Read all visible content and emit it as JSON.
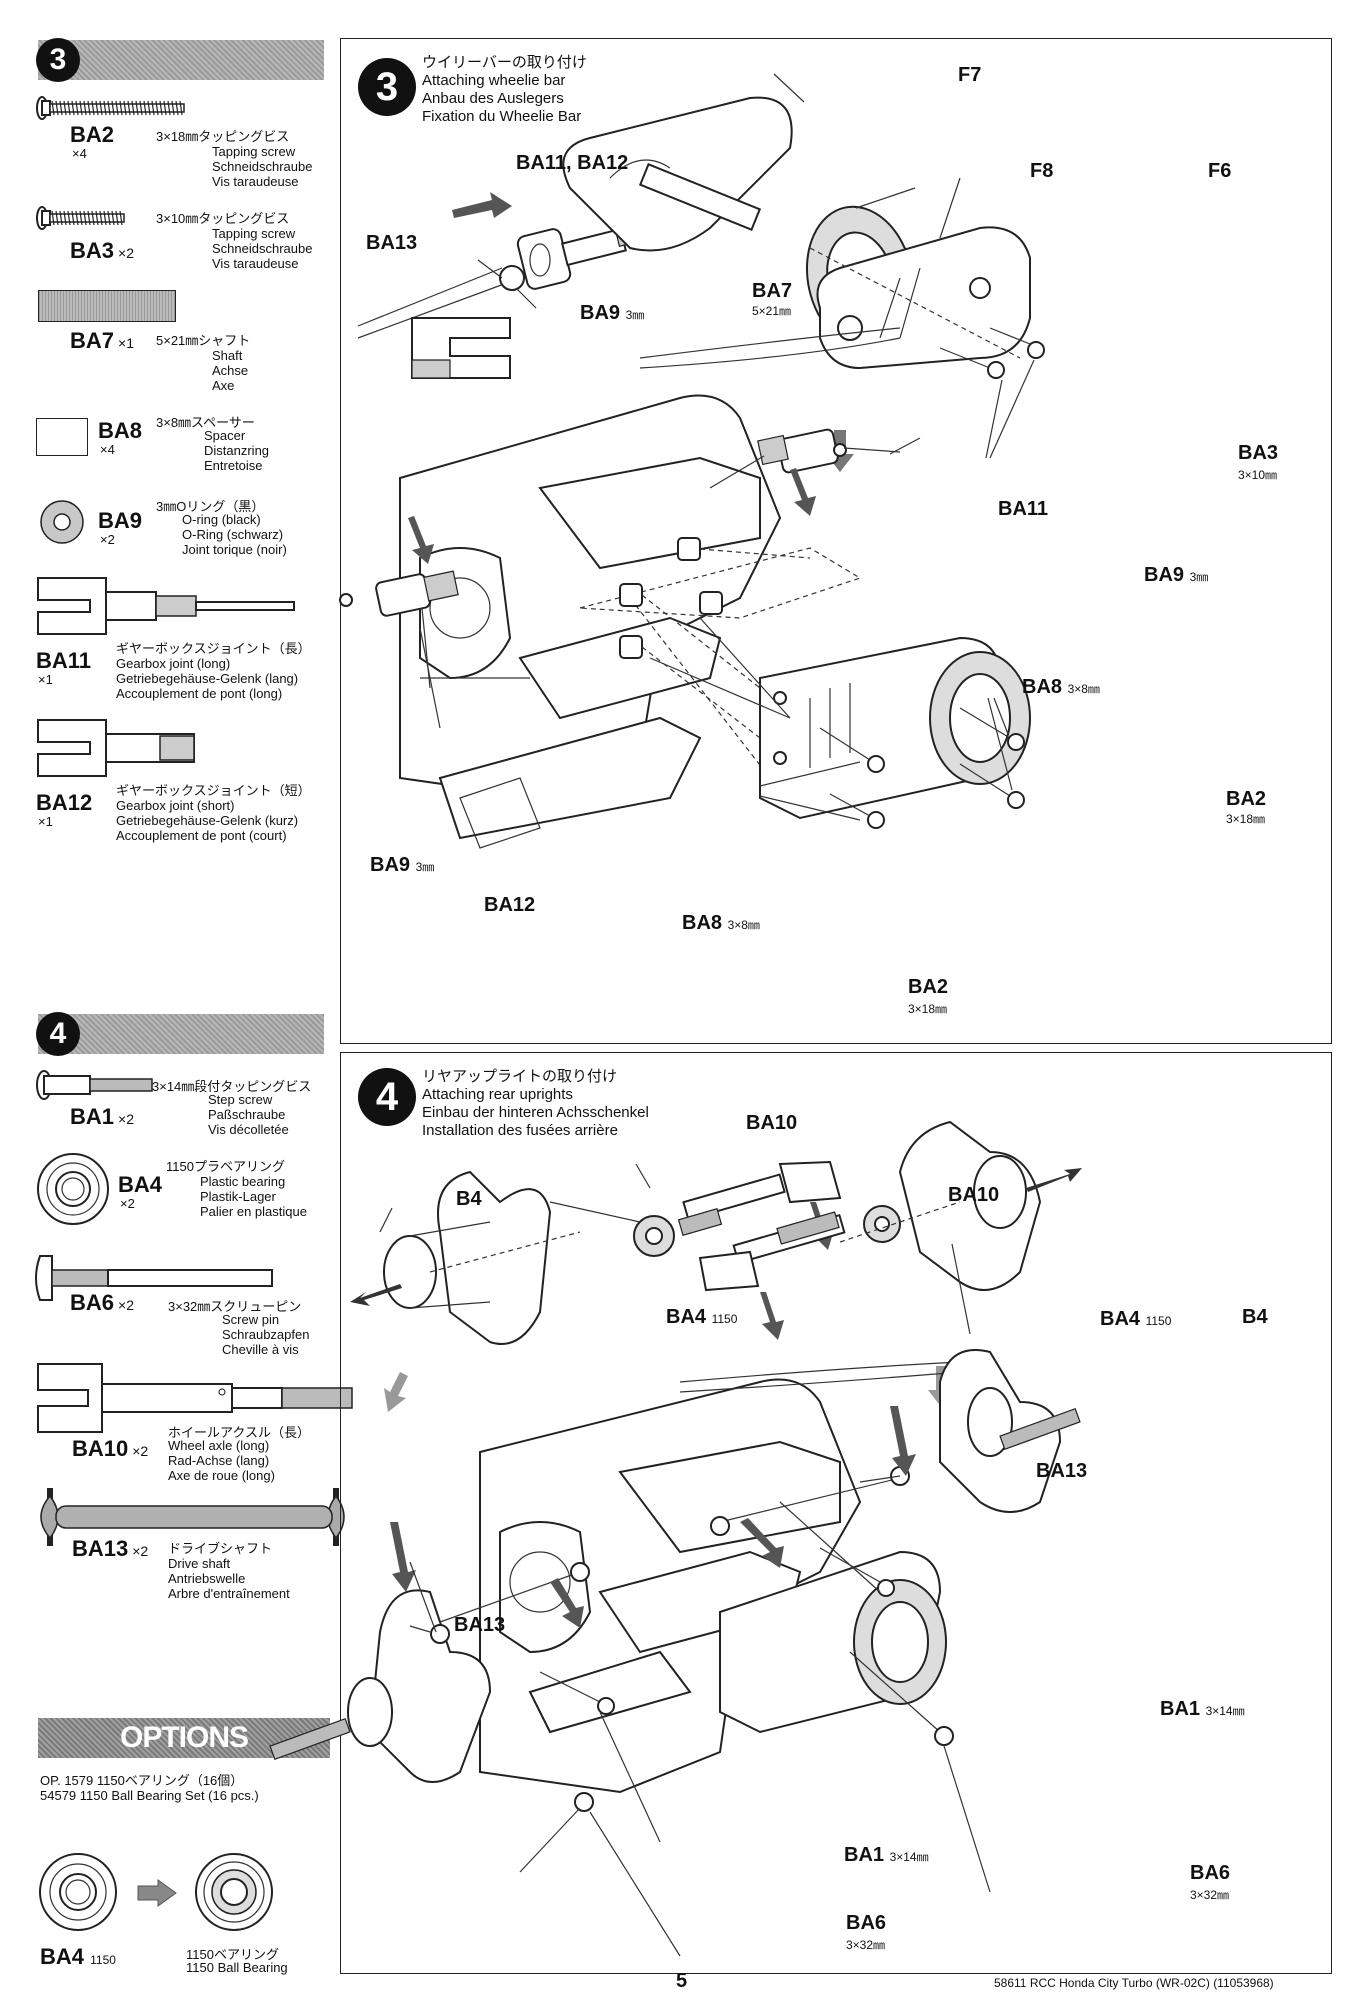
{
  "step3": {
    "number": "3",
    "parts": [
      {
        "code": "BA2",
        "qty": "×4",
        "jp": "3×18㎜タッピングビス",
        "trans": [
          "Tapping screw",
          "Schneidschraube",
          "Vis taraudeuse"
        ]
      },
      {
        "code": "BA3",
        "qty": "×2",
        "jp": "3×10㎜タッピングビス",
        "trans": [
          "Tapping screw",
          "Schneidschraube",
          "Vis taraudeuse"
        ]
      },
      {
        "code": "BA7",
        "qty": "×1",
        "jp": "5×21㎜シャフト",
        "trans": [
          "Shaft",
          "Achse",
          "Axe"
        ]
      },
      {
        "code": "BA8",
        "qty": "×4",
        "jp": "3×8㎜スペーサー",
        "trans": [
          "Spacer",
          "Distanzring",
          "Entretoise"
        ]
      },
      {
        "code": "BA9",
        "qty": "×2",
        "jp": "3㎜Oリング（黒）",
        "trans": [
          "O-ring (black)",
          "O-Ring (schwarz)",
          "Joint torique (noir)"
        ]
      },
      {
        "code": "BA11",
        "qty": "×1",
        "jp": "ギヤーボックスジョイント（長）",
        "trans": [
          "Gearbox joint (long)",
          "Getriebegehäuse-Gelenk (lang)",
          "Accouplement de pont (long)"
        ]
      },
      {
        "code": "BA12",
        "qty": "×1",
        "jp": "ギヤーボックスジョイント（短）",
        "trans": [
          "Gearbox joint (short)",
          "Getriebegehäuse-Gelenk (kurz)",
          "Accouplement de pont (court)"
        ]
      }
    ],
    "title": {
      "jp": "ウイリーバーの取り付け",
      "en": "Attaching wheelie bar",
      "de": "Anbau des Auslegers",
      "fr": "Fixation du Wheelie Bar"
    },
    "labels": {
      "f7": "F7",
      "f8": "F8",
      "f6": "F6",
      "ba11_ba12": "BA11, BA12",
      "ba13": "BA13",
      "ba9_top": "BA9",
      "ba9_top_size": "3㎜",
      "ba7": "BA7",
      "ba7_size": "5×21㎜",
      "ba3": "BA3",
      "ba3_size": "3×10㎜",
      "ba11": "BA11",
      "ba9_right": "BA9",
      "ba9_right_size": "3㎜",
      "ba8_right": "BA8",
      "ba8_right_size": "3×8㎜",
      "ba2_right": "BA2",
      "ba2_right_size": "3×18㎜",
      "ba9_left": "BA9",
      "ba9_left_size": "3㎜",
      "ba12": "BA12",
      "ba8_bottom": "BA8",
      "ba8_bottom_size": "3×8㎜",
      "ba2_bottom": "BA2",
      "ba2_bottom_size": "3×18㎜"
    }
  },
  "step4": {
    "number": "4",
    "parts": [
      {
        "code": "BA1",
        "qty": "×2",
        "jp": "3×14㎜段付タッピングビス",
        "trans": [
          "Step screw",
          "Paßschraube",
          "Vis décolletée"
        ]
      },
      {
        "code": "BA4",
        "qty": "×2",
        "jp": "1150プラベアリング",
        "trans": [
          "Plastic bearing",
          "Plastik-Lager",
          "Palier en plastique"
        ]
      },
      {
        "code": "BA6",
        "qty": "×2",
        "jp": "3×32㎜スクリューピン",
        "trans": [
          "Screw pin",
          "Schraubzapfen",
          "Cheville à vis"
        ]
      },
      {
        "code": "BA10",
        "qty": "×2",
        "jp": "ホイールアクスル（長）",
        "trans": [
          "Wheel axle (long)",
          "Rad-Achse (lang)",
          "Axe de roue (long)"
        ]
      },
      {
        "code": "BA13",
        "qty": "×2",
        "jp": "ドライブシャフト",
        "trans": [
          "Drive shaft",
          "Antriebswelle",
          "Arbre d'entraînement"
        ]
      }
    ],
    "title": {
      "jp": "リヤアップライトの取り付け",
      "en": "Attaching rear uprights",
      "de": "Einbau der hinteren Achsschenkel",
      "fr": "Installation des fusées arrière"
    },
    "labels": {
      "b4_left": "B4",
      "ba10_top": "BA10",
      "ba4_left": "BA4",
      "ba4_left_size": "1150",
      "ba10_right": "BA10",
      "ba4_right": "BA4",
      "ba4_right_size": "1150",
      "b4_right": "B4",
      "ba13_right": "BA13",
      "ba13_left": "BA13",
      "ba1_right": "BA1",
      "ba1_right_size": "3×14㎜",
      "ba1_bottom": "BA1",
      "ba1_bottom_size": "3×14㎜",
      "ba6_right": "BA6",
      "ba6_right_size": "3×32㎜",
      "ba6_bottom": "BA6",
      "ba6_bottom_size": "3×32㎜"
    }
  },
  "options": {
    "header": "OPTIONS",
    "line1": "OP. 1579 1150ベアリング（16個）",
    "line2": "54579 1150 Ball Bearing Set (16 pcs.)",
    "from_code": "BA4",
    "from_size": "1150",
    "to_jp": "1150ベアリング",
    "to_en": "1150 Ball Bearing"
  },
  "footer": {
    "page": "5",
    "model": "58611 RCC Honda City Turbo (WR-02C) (11053968)"
  }
}
